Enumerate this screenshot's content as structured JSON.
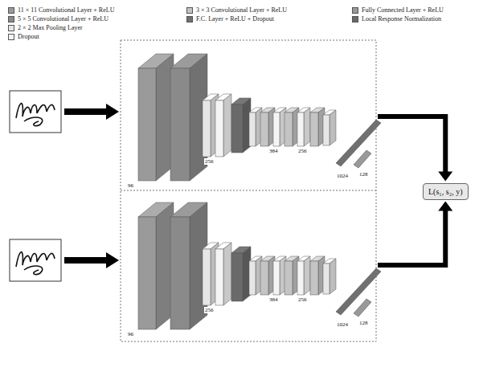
{
  "diagram": {
    "nodes": [
      {
        "text": [
          "L(s₁, s₂, y)"
        ]
      }
    ],
    "labels": [
      "96",
      "256",
      "384",
      "256",
      "1024",
      "128",
      "96",
      "256",
      "384",
      "256",
      "1024",
      "128"
    ],
    "legend": [
      {
        "text": "11 × 11 Convolutional Layer + ReLU",
        "color": "#9a9a9a"
      },
      {
        "text": "3 × 3 Convolutional Layer + ReLU",
        "color": "#c4c4c4"
      },
      {
        "text": "Fully Connected Layer + ReLU",
        "color": "#999999"
      },
      {
        "text": "5 × 5 Convolutional Layer + ReLU",
        "color": "#8a8a8a"
      },
      {
        "text": "F.C. Layer + ReLU + Dropout",
        "color": "#707070"
      },
      {
        "text": "Local Response Normalization",
        "color": "#6a6a6a"
      },
      {
        "text": "2 × 2 Max Pooling Layer",
        "color": "#e6e6e6"
      },
      {
        "text": "Dropout",
        "color": "#f4f4f4"
      }
    ]
  }
}
